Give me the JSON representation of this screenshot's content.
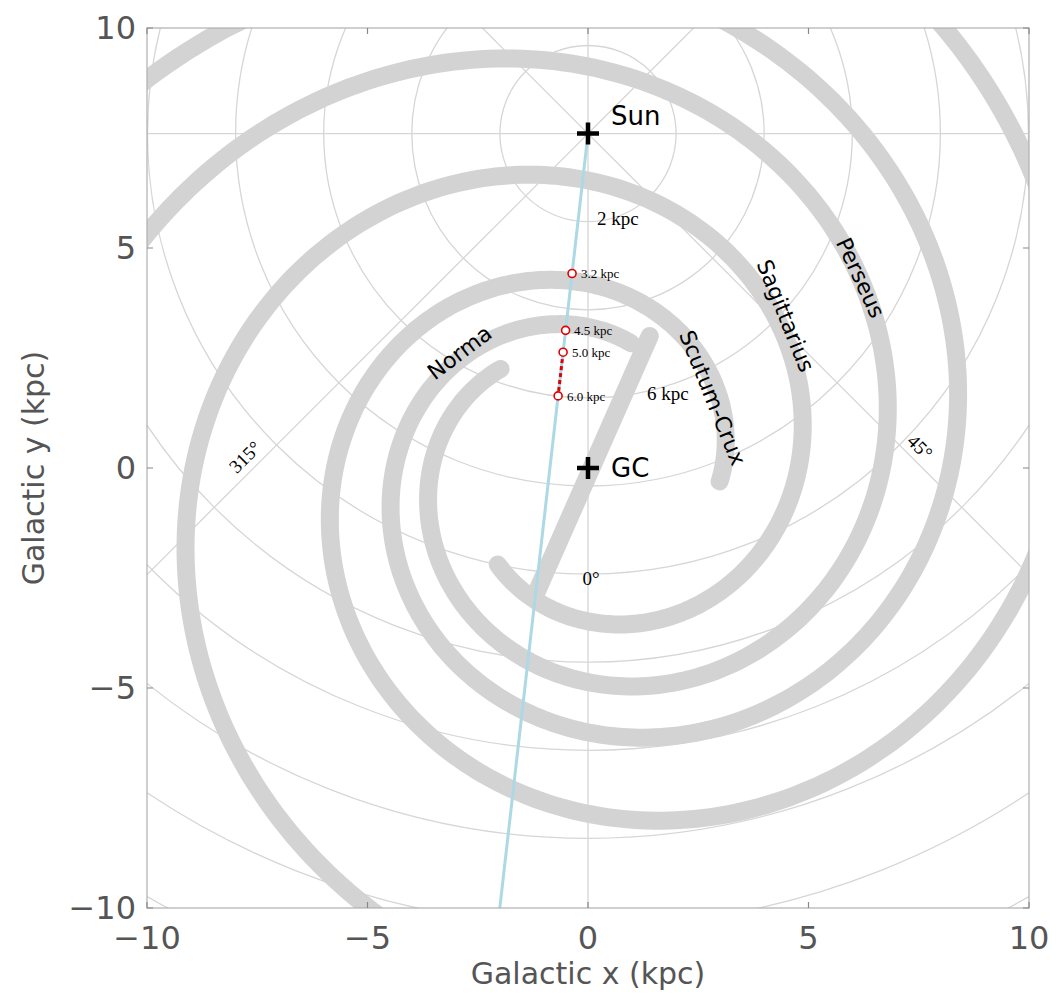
{
  "diagram": {
    "labels": [
      "Sun",
      "GC",
      "2 kpc",
      "6 kpc",
      "3.2 kpc",
      "4.5 kpc",
      "5.0 kpc",
      "6.0 kpc",
      "Norma",
      "Scutum-Crux",
      "Sagittarius",
      "Perseus",
      "315°",
      "45°",
      "0°",
      "−10",
      "−5",
      "0",
      "5",
      "10",
      "10",
      "5",
      "0",
      "−5",
      "−10",
      "Galactic x (kpc)",
      "Galactic y (kpc)"
    ]
  }
}
